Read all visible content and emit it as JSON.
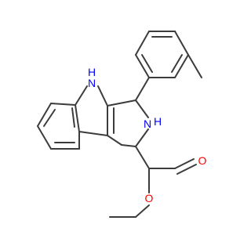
{
  "molecule": {
    "colors": {
      "bond": "#3c3c3c",
      "nitrogen": "#0000ff",
      "oxygen": "#ff0000",
      "background": "#ffffff"
    },
    "atoms": {
      "indole_nh_label": "H",
      "indole_nh_n": "N",
      "ring_nh_n": "N",
      "ring_nh_label": "H",
      "carbonyl_o": "O",
      "ester_o": "O"
    }
  }
}
